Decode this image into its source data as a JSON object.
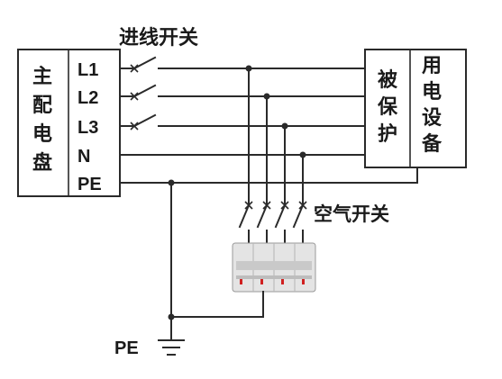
{
  "title": "进线开关",
  "main_panel": {
    "chars": [
      "主",
      "配",
      "电",
      "盘"
    ],
    "terminals": [
      "L1",
      "L2",
      "L3",
      "N",
      "PE"
    ]
  },
  "device": {
    "protect_chars": [
      "被",
      "保",
      "护"
    ],
    "equipment_chars": [
      "用",
      "电",
      "设",
      "备"
    ]
  },
  "air_switch_label": "空气开关",
  "ground_label": "PE",
  "colors": {
    "line": "#2a2a2a",
    "text": "#1a1a1a",
    "device_body": "#e2e2e2"
  }
}
